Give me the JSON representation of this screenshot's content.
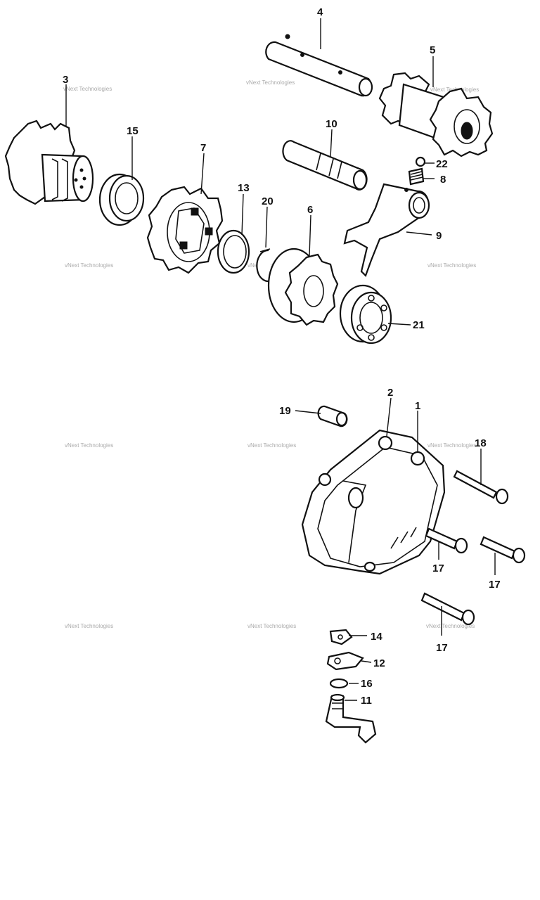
{
  "diagram": {
    "callouts": [
      "4",
      "5",
      "3",
      "15",
      "10",
      "7",
      "22",
      "8",
      "13",
      "20",
      "6",
      "9",
      "21",
      "19",
      "2",
      "1",
      "18",
      "17",
      "17",
      "17",
      "14",
      "12",
      "16",
      "11"
    ],
    "watermark": "vNext Technologies"
  },
  "colors": {
    "ink": "#111111",
    "watermark": "#aaaaaa",
    "background": "#ffffff"
  }
}
